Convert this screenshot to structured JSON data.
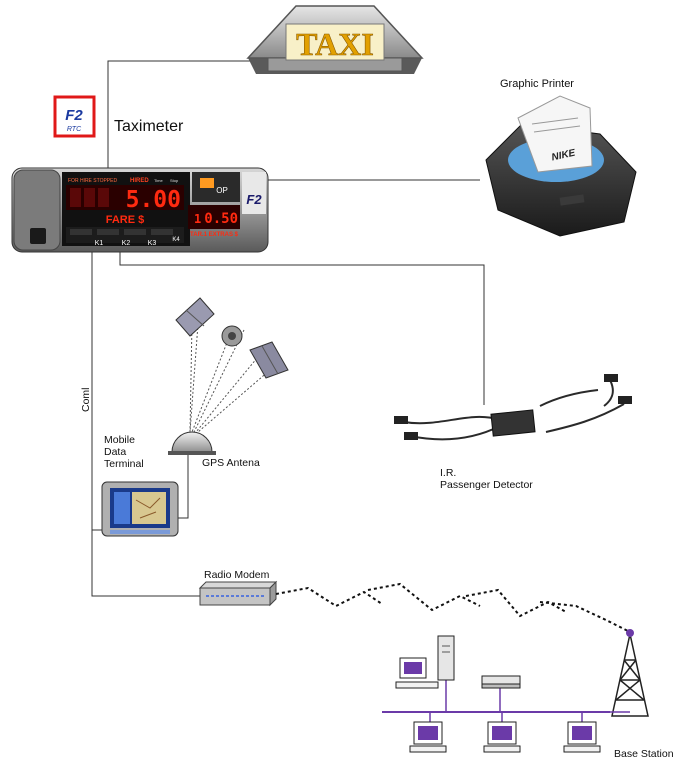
{
  "taxi_sign": {
    "text": "TAXI"
  },
  "logo": {
    "text": "F2",
    "sub": "RTC"
  },
  "taximeter": {
    "label": "Taximeter",
    "status_left": "FOR HIRE STOPPED",
    "status_hired": "HIRED",
    "small_a": "Time",
    "small_b": "Stop",
    "fare_digits": "5.00",
    "fare_label": "FARE $",
    "op_label": "OP",
    "brand": "F2",
    "extra_digits": "0.50",
    "extra_prefix": "1",
    "extras_label": "TAR.1 EXTRAS $",
    "keys": [
      "K1",
      "K2",
      "K3",
      "K4"
    ]
  },
  "printer": {
    "label": "Graphic Printer",
    "ticket_brand": "NIKE"
  },
  "gps": {
    "label": "GPS Antena"
  },
  "mdt": {
    "label_lines": [
      "Mobile",
      "Data",
      "Terminal"
    ]
  },
  "detector": {
    "label_lines": [
      "I.R.",
      "Passenger Detector"
    ]
  },
  "connection": {
    "label": "Coml"
  },
  "radio_modem": {
    "label": "Radio Modem"
  },
  "base_station": {
    "label": "Base Station"
  },
  "colors": {
    "led_red": "#ff2a10",
    "led_bg": "#2a0000",
    "network_purple": "#6b3aa8",
    "line": "#333333"
  }
}
